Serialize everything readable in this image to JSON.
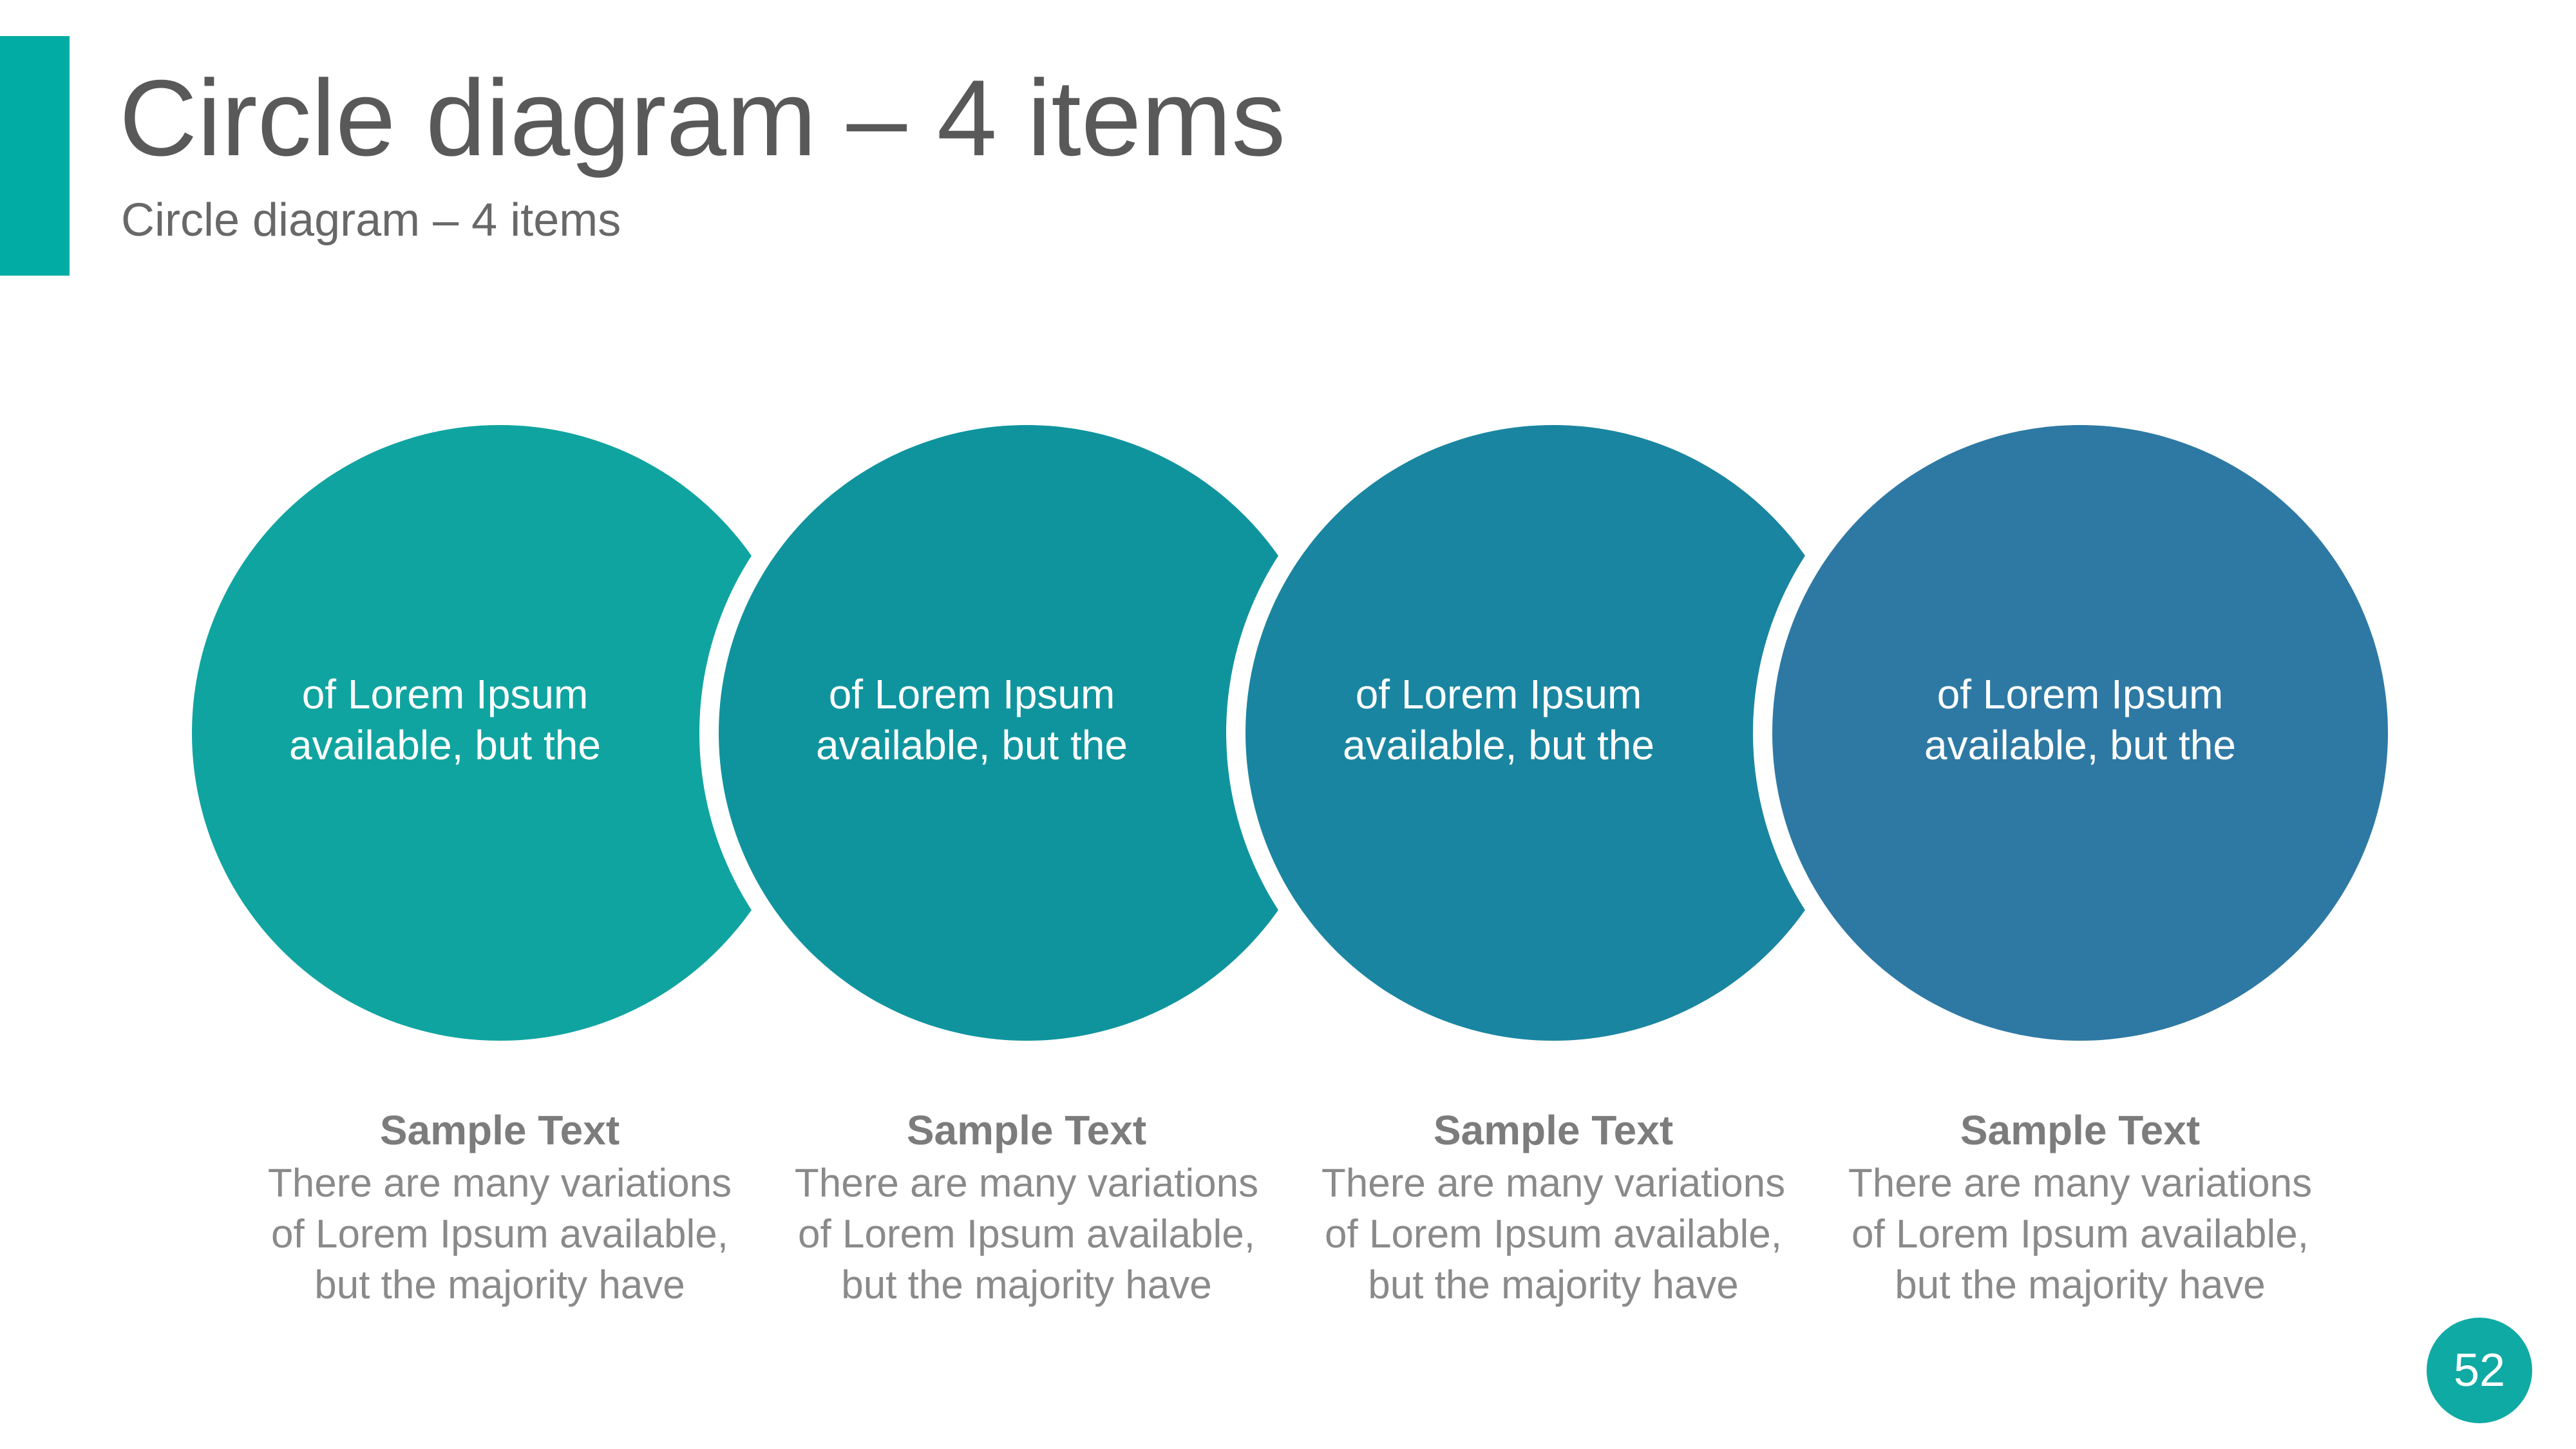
{
  "slide": {
    "title": "Circle diagram – 4 items",
    "subtitle": "Circle diagram – 4 items",
    "page_number": "52",
    "accent_bar_color": "#01aca4",
    "page_badge_color": "#0faaa3",
    "title_color": "#595959",
    "subtitle_color": "#686868",
    "circle_text_color": "#ffffff"
  },
  "items": [
    {
      "circle_color": "#10a4a0",
      "circle_line1": "of Lorem Ipsum",
      "circle_line2": "available, but the",
      "caption_title": "Sample Text",
      "caption_line1": "There are many variations",
      "caption_line2": "of Lorem Ipsum available,",
      "caption_line3": "but the majority have"
    },
    {
      "circle_color": "#0f949e",
      "circle_line1": "of Lorem Ipsum",
      "circle_line2": "available, but the",
      "caption_title": "Sample Text",
      "caption_line1": "There are many variations",
      "caption_line2": "of Lorem Ipsum available,",
      "caption_line3": "but the majority have"
    },
    {
      "circle_color": "#1a85a0",
      "circle_line1": "of Lorem Ipsum",
      "circle_line2": "available, but the",
      "caption_title": "Sample Text",
      "caption_line1": "There are many variations",
      "caption_line2": "of Lorem Ipsum available,",
      "caption_line3": "but the majority have"
    },
    {
      "circle_color": "#2e79a4",
      "circle_line1": "of Lorem Ipsum",
      "circle_line2": "available, but the",
      "caption_title": "Sample Text",
      "caption_line1": "There are many variations",
      "caption_line2": "of Lorem Ipsum available,",
      "caption_line3": "but the majority have"
    }
  ]
}
